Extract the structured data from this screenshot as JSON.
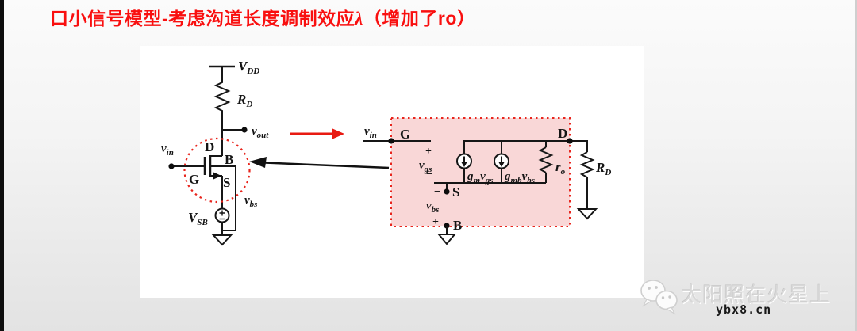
{
  "title": {
    "prefix": "口小信号模型-考虑沟道长度调制效应",
    "lambda": "λ",
    "suffix": "（增加了ro）"
  },
  "colors": {
    "title_red": "#f90f0f",
    "circuit_red": "#e8251d",
    "pink_fill": "#f9d7d7",
    "wire_black": "#161616"
  },
  "left_circuit": {
    "vdd": {
      "main": "V",
      "sub": "DD"
    },
    "rd": {
      "main": "R",
      "sub": "D"
    },
    "vout": {
      "main": "v",
      "sub": "out"
    },
    "vin": {
      "main": "v",
      "sub": "in"
    },
    "node_d": "D",
    "node_b": "B",
    "node_g": "G",
    "node_s": "S",
    "vbs": {
      "main": "v",
      "sub": "bs"
    },
    "vsb": {
      "main": "V",
      "sub": "SB"
    }
  },
  "right_circuit": {
    "vin": {
      "main": "v",
      "sub": "in"
    },
    "node_g": "G",
    "node_d": "D",
    "node_s": "S",
    "node_b": "B",
    "vgs": {
      "plus": "+",
      "main": "v",
      "sub": "gs",
      "minus": "−"
    },
    "vbs": {
      "minus": "−",
      "main": "v",
      "sub": "bs",
      "plus": "+"
    },
    "cs1": {
      "p1": "g",
      "s1": "m",
      "p2": "v",
      "s2": "gs"
    },
    "cs2": {
      "p1": "g",
      "s1": "mb",
      "p2": "v",
      "s2": "bs"
    },
    "ro": {
      "main": "r",
      "sub": "o"
    },
    "rd": {
      "main": "R",
      "sub": "D"
    }
  },
  "watermark": {
    "brand": "太阳照在火星上",
    "domain": "ybx8.cn"
  }
}
